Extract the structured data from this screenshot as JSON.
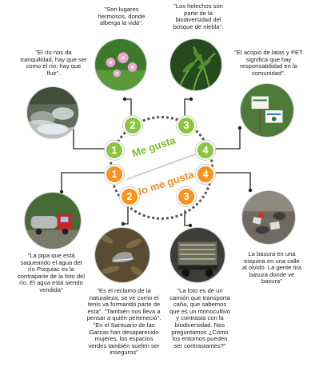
{
  "center": {
    "like_label": "Me gusta",
    "dislike_label": "No me gusta"
  },
  "colors": {
    "like": "#8cc63f",
    "dislike": "#f7941d",
    "connector": "#222222"
  },
  "likes": [
    {
      "number": "1",
      "caption": "\"El río nos da tranquilidad, hay que ser como el río, hay que fluir\".",
      "photo": "river-rocks"
    },
    {
      "number": "2",
      "caption": "\"Son lugares hermosos, donde alberga la vida\".",
      "photo": "pink-flowers"
    },
    {
      "number": "3",
      "caption": "\"Los helechos son parte de la biodiversidad del bosque de niebla\".",
      "photo": "ferns"
    },
    {
      "number": "4",
      "caption": "\"El acopio de latas y PET significa que hay responsabilidad en la comunidad\".",
      "photo": "recycling-signs"
    }
  ],
  "dislikes": [
    {
      "number": "1",
      "caption": "\"La pipa que está saqueando el agua del río Pixquiac es la contraparte de la foto del río. El agua está siendo vendida\"",
      "photo": "water-truck"
    },
    {
      "number": "2",
      "caption": "\"Es el reclamo de la naturaleza, se ve como el tenis va formando parte de esta\". \"También nos lleva a pensar a quién perteneció\". \"En el Santuario de las Garzas han desaparecido mujeres, los espacios verdes también suelen ser inseguros\"",
      "photo": "shoe-in-leaves"
    },
    {
      "number": "3",
      "caption": "\"La foto es de un camión que transporta caña, que sabemos que es un monocultivo y contrasta con la biodiversidad. Nos preguntamos ¿Cómo los entornos pueden ser contrastantes?\"",
      "photo": "cane-truck"
    },
    {
      "number": "4",
      "caption": "La basura en una esquina en una calle al olvido. La gente tira basura donde ve basura\"",
      "photo": "trash-corner"
    }
  ]
}
